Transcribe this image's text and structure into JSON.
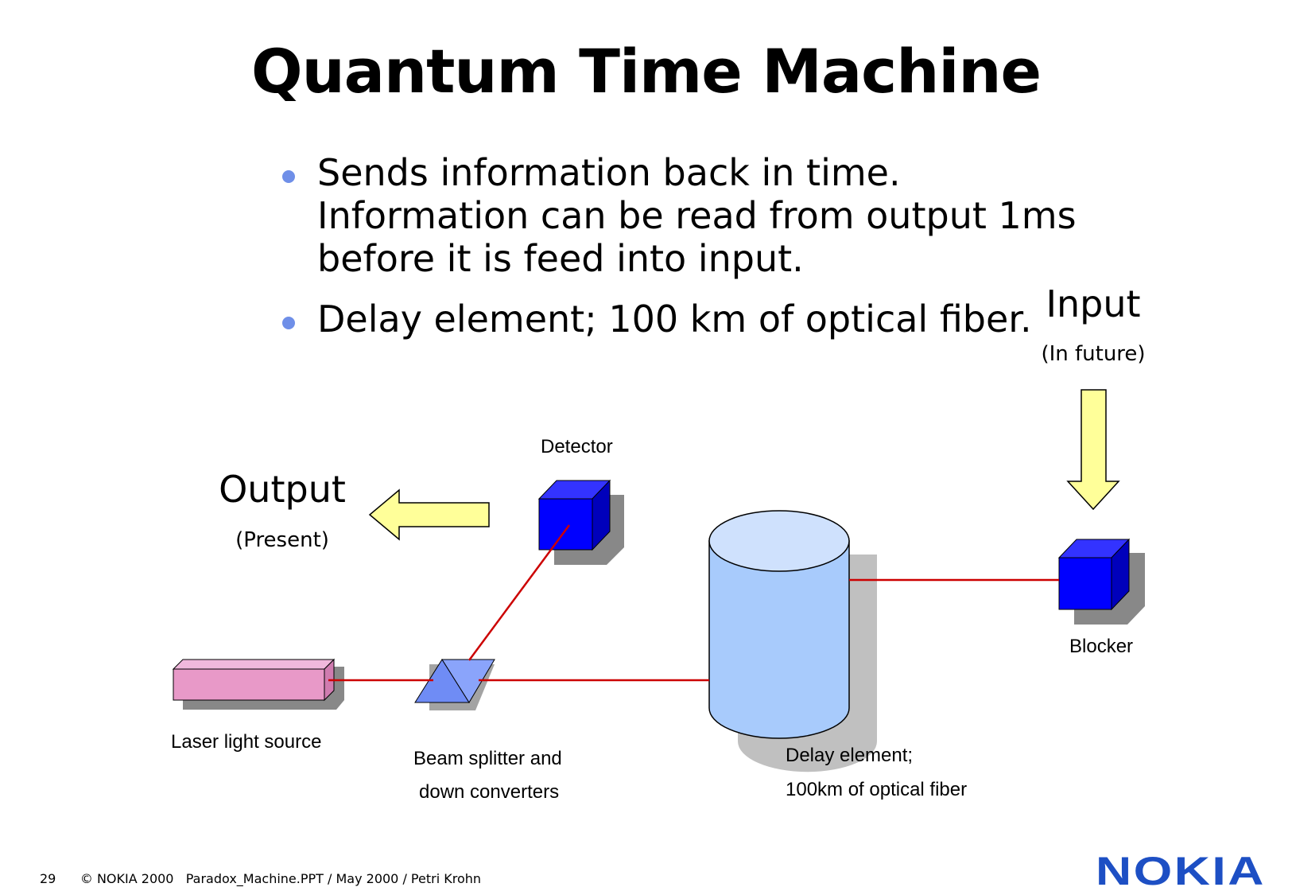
{
  "slide": {
    "title": "Quantum Time Machine",
    "bullets": [
      "Sends information back in time.\nInformation can be read from output 1ms\nbefore it is feed into input.",
      "Delay element; 100 km of optical fiber."
    ]
  },
  "labels": {
    "input": "Input",
    "input_sub": "(In future)",
    "output": "Output",
    "output_sub": "(Present)",
    "detector": "Detector",
    "blocker": "Blocker",
    "laser": "Laser light source",
    "beam_splitter_line1": "Beam splitter and",
    "beam_splitter_line2": "down converters",
    "delay_line1": "Delay element;",
    "delay_line2": "100km of optical fiber"
  },
  "footer": {
    "page_number": "29",
    "text": "© NOKIA 2000   Paradox_Machine.PPT / May 2000 / Petri Krohn"
  },
  "logo": {
    "text": "NOKIA"
  },
  "colors": {
    "beam": "#cc0000",
    "arrow_fill": "#ffff99",
    "cube_blue": "#0000ff",
    "cylinder": "#a8cbfc",
    "laser": "#e899c8",
    "logo": "#1d4fc4",
    "bullet": "#6f8fe8"
  }
}
